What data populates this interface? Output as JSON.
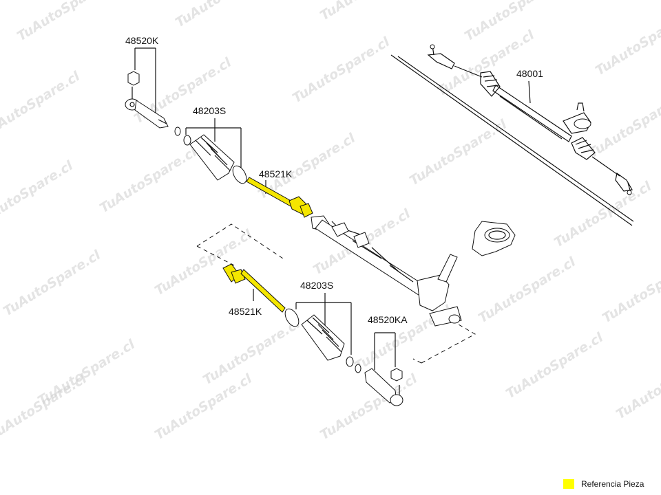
{
  "watermark_text": "TuAutoSpare.cl",
  "highlight_color": "#f4e600",
  "part_labels": {
    "tie_rod_end_left": "48520K",
    "boot_left": "48203S",
    "inner_rod_upper": "48521K",
    "inner_rod_lower": "48521K",
    "boot_right": "48203S",
    "tie_rod_end_right": "48520KA",
    "rack_assembly": "48001"
  },
  "legend": {
    "label": "Referencia Pieza",
    "color": "#ffff00"
  }
}
